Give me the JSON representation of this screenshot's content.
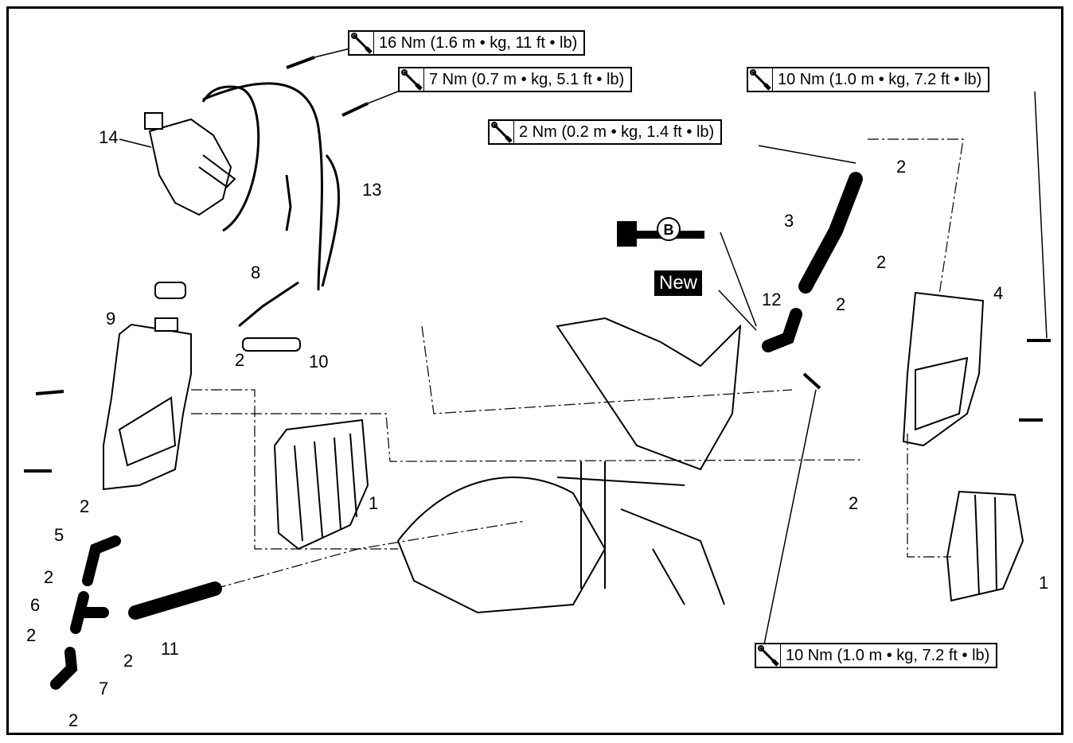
{
  "torque_specs": [
    {
      "text": "16 Nm (1.6 m • kg, 11 ft • lb)"
    },
    {
      "text": "7 Nm (0.7 m • kg, 5.1 ft • lb)"
    },
    {
      "text": "10 Nm (1.0 m • kg, 7.2 ft • lb)"
    },
    {
      "text": "2 Nm (0.2 m • kg, 1.4 ft • lb)"
    },
    {
      "text": "10 Nm (1.0 m • kg, 7.2 ft • lb)"
    }
  ],
  "callouts": {
    "n14": "14",
    "n13": "13",
    "n8": "8",
    "n9": "9",
    "n10": "10",
    "n2a": "2",
    "n1a": "1",
    "n5": "5",
    "n6": "6",
    "n7": "7",
    "n11": "11",
    "n2b": "2",
    "n2c": "2",
    "n2d": "2",
    "n2e": "2",
    "n2f": "2",
    "n3": "3",
    "n12": "12",
    "n2g": "2",
    "n2h": "2",
    "n2i": "2",
    "n4": "4",
    "n2j": "2",
    "n1b": "1"
  },
  "new_label": "New",
  "lube_symbol": "B"
}
